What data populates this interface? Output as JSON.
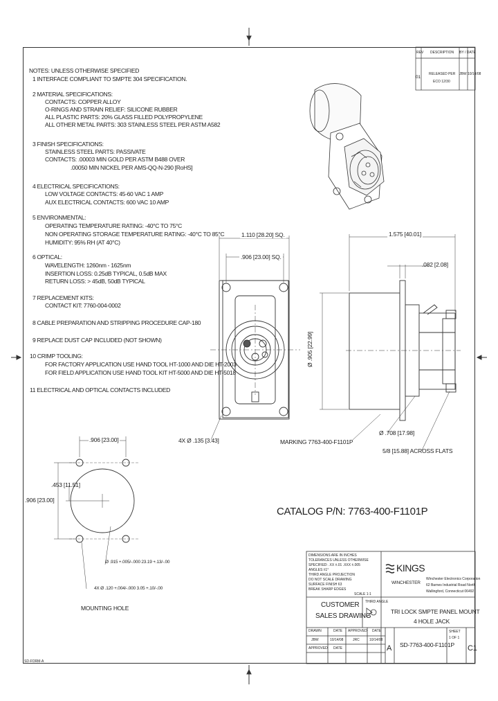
{
  "notes": {
    "header": "NOTES: UNLESS OTHERWISE SPECIFIED",
    "lines": [
      "1  INTERFACE COMPLIANT TO SMPTE 304 SPECIFICATION.",
      "2  MATERIAL SPECIFICATIONS:",
      "CONTACTS: COPPER ALLOY",
      "O-RINGS AND STRAIN RELIEF: SILICONE RUBBER",
      "ALL PLASTIC PARTS: 20% GLASS FILLED POLYPROPYLENE",
      "ALL OTHER METAL PARTS: 303 STAINLESS STEEL PER ASTM A582",
      "3  FINISH SPECIFICATIONS:",
      "STAINLESS STEEL PARTS: PASSIVATE",
      "CONTACTS: .00003 MIN GOLD PER ASTM B488 OVER",
      ".00050 MIN NICKEL PER AMS-QQ-N-290 [RoHS]",
      "4  ELECTRICAL SPECIFICATIONS:",
      "LOW VOLTAGE CONTACTS: 45-60 VAC 1 AMP",
      "AUX ELECTRICAL CONTACTS: 600 VAC 10 AMP",
      "5  ENVIRONMENTAL:",
      "OPERATING TEMPERATURE RATING: -40°C TO 75°C",
      "NON OPERATING STORAGE TEMPERATURE RATING: -40°C TO 85°C",
      "HUMIDITY: 95% RH (AT 40°C)",
      "6  OPTICAL:",
      "WAVELENGTH: 1260nm - 1625nm",
      "INSERTION LOSS: 0.25dB TYPICAL, 0.5dB MAX",
      "RETURN LOSS: > 45dB, 50dB TYPICAL",
      "7  REPLACEMENT KITS:",
      "CONTACT KIT: 7760-004-0002",
      "8  CABLE PREPARATION AND STRIPPING PROCEDURE CAP-180",
      "9  REPLACE DUST CAP INCLUDED (NOT SHOWN)",
      "10  CRIMP TOOLING:",
      "FOR FACTORY APPLICATION USE HAND TOOL HT-1000 AND DIE HT-2003",
      "FOR FIELD APPLICATION USE HAND TOOL KIT HT-5000 AND DIE HT-5018",
      "11  ELECTRICAL AND OPTICAL CONTACTS INCLUDED"
    ]
  },
  "revision_block": {
    "headers": [
      "REV",
      "DESCRIPTION",
      "BY / DATE"
    ],
    "rev": "01",
    "description_1": "RELEASED PER",
    "description_2": "ECO 12/30",
    "by_date": "JBW 10/14/08"
  },
  "front_view": {
    "dim_overall": "1.110 [28.20] SQ.",
    "dim_bolt": ".906 [23.00] SQ.",
    "dim_holes": "4X Ø .135 [3.43]"
  },
  "side_view": {
    "dim_length": "1.575 [40.01]",
    "dim_flange": ".082 [2.08]",
    "dim_dia": "Ø .905 [22.99]",
    "dim_nut_dia": "Ø .708 [17.98]",
    "dim_flats": "5/8 [15.88] ACROSS FLATS",
    "marking": "MARKING 7763-400-F1101P"
  },
  "mounting": {
    "dim_top": ".906 [23.00]",
    "dim_left": ".906 [23.00]",
    "dim_half": ".453 [11.51]",
    "dim_main_hole": "Ø .915 +.005/-.000 23.19 +.13/-.00",
    "dim_holes": "4X Ø .120 +.004/-.000 3.05 +.10/-.00",
    "caption": "MOUNTING HOLE"
  },
  "catalog": "CATALOG P/N: 7763-400-F1101P",
  "title_block": {
    "tolerance_lines": [
      "DIMENSIONS ARE IN INCHES",
      "TOLERANCES UNLESS OTHERWISE",
      "SPECIFIED: .XX ±.01  .XXX ±.005",
      "ANGLES ±1°",
      "THIRD ANGLE PROJECTION",
      "DO NOT SCALE DRAWING",
      "SURFACE FINISH 63",
      "BREAK SHARP EDGES"
    ],
    "kings": "KINGS",
    "winchester": "WINCHESTER",
    "company_lines": [
      "Winchester Electronics Corporation",
      "62 Barnes Industrial Road North",
      "Wallingford, Connecticut  06492"
    ],
    "customer_label": "CUSTOMER",
    "sales_label": "SALES DRAWING",
    "projection_label": "THIRD ANGLE",
    "title_line_1": "TRI LOCK SMPTE PANEL MOUNT",
    "title_line_2": "4 HOLE JACK",
    "size": "A",
    "doc_number": "SD-7763-400-F1101P",
    "rev": "C1",
    "row_labels": [
      "DRAWN",
      "DATE",
      "APPROVED",
      "DATE",
      "APPROVED",
      "DATE",
      "SHEET"
    ],
    "row_values": [
      "JBW",
      "10/14/08",
      "JRC",
      "10/14/08",
      "1 OF 1"
    ],
    "scale": "SCALE 1:1"
  },
  "footer_tag": "SD-FORM-A"
}
